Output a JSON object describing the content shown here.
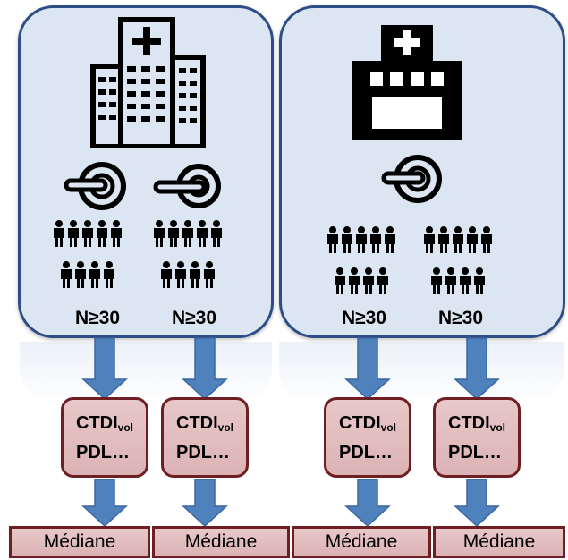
{
  "n_labels": [
    "N≥30",
    "N≥30",
    "N≥30",
    "N≥30"
  ],
  "metric_boxes": [
    {
      "line1_main": "CTDI",
      "line1_sub": "vol",
      "line2": "PDL…"
    },
    {
      "line1_main": "CTDI",
      "line1_sub": "vol",
      "line2": "PDL…"
    },
    {
      "line1_main": "CTDI",
      "line1_sub": "vol",
      "line2": "PDL…"
    },
    {
      "line1_main": "CTDI",
      "line1_sub": "vol",
      "line2": "PDL…"
    }
  ],
  "median_labels": [
    "Médiane",
    "Médiane",
    "Médiane",
    "Médiane"
  ],
  "colors": {
    "panel_fill": "#dce6f2",
    "panel_border": "#2c4d86",
    "arrow": "#4f81bd",
    "box_border": "#6d1f24",
    "box_fill": "#dcb3b4"
  },
  "icons": [
    "hospital-building-icon",
    "hospital-icon",
    "ct-scanner-icon",
    "people-group-icon",
    "down-arrow-icon"
  ]
}
